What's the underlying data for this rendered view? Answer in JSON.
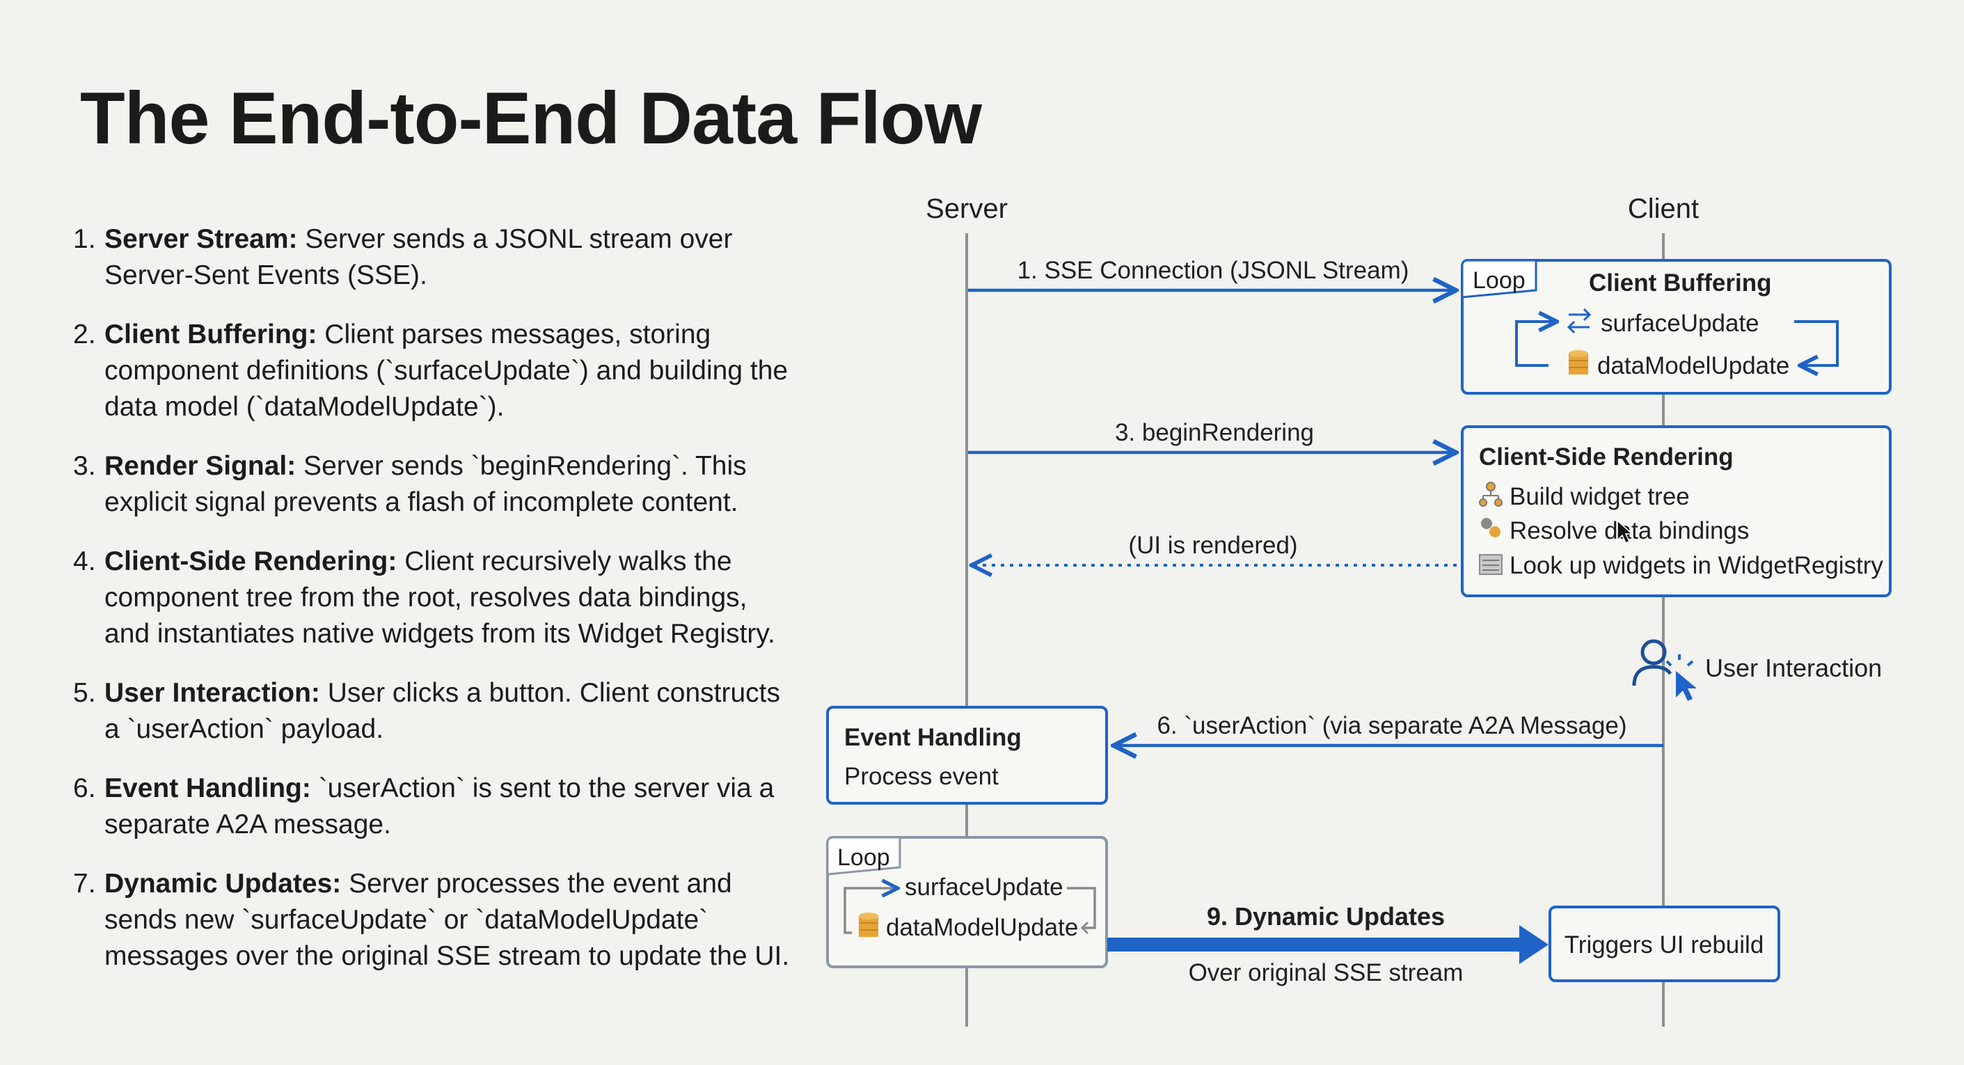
{
  "title": "The End-to-End Data Flow",
  "steps": [
    {
      "num": "1.",
      "head": "Server Stream:",
      "body": " Server sends a JSONL stream over Server-Sent Events (SSE)."
    },
    {
      "num": "2.",
      "head": "Client Buffering:",
      "body": " Client parses messages, storing component definitions (`surfaceUpdate`) and building the data model (`dataModelUpdate`)."
    },
    {
      "num": "3.",
      "head": "Render Signal:",
      "body": " Server sends `beginRendering`. This explicit signal prevents a flash of incomplete content."
    },
    {
      "num": "4.",
      "head": "Client-Side Rendering:",
      "body": " Client recursively walks the component tree from the root, resolves data bindings, and instantiates native widgets from its Widget Registry."
    },
    {
      "num": "5.",
      "head": "User Interaction:",
      "body": " User clicks a button. Client constructs a `userAction` payload."
    },
    {
      "num": "6.",
      "head": "Event Handling:",
      "body": " `userAction` is sent to the server via a separate A2A message."
    },
    {
      "num": "7.",
      "head": "Dynamic Updates:",
      "body": " Server processes the event and sends new `surfaceUpdate` or `dataModelUpdate` messages over the original SSE stream to update the UI."
    }
  ],
  "diagram": {
    "server_label": "Server",
    "client_label": "Client",
    "arrow1": "1. SSE Connection (JSONL Stream)",
    "arrow3": "3. beginRendering",
    "rendered": "(UI is rendered)",
    "arrow6": "6. `userAction` (via separate A2A Message)",
    "arrow9": "9. Dynamic Updates",
    "arrow9_sub": "Over original SSE stream",
    "client_loop": {
      "tag": "Loop",
      "title": "Client Buffering",
      "item1": "surfaceUpdate",
      "item2": "dataModelUpdate"
    },
    "rendering": {
      "title": "Client-Side Rendering",
      "item1": "Build widget tree",
      "item2": "Resolve data bindings",
      "item3": "Look up widgets in WidgetRegistry"
    },
    "user_interaction": "User Interaction",
    "event_box": {
      "title": "Event Handling",
      "body": "Process event"
    },
    "server_loop": {
      "tag": "Loop",
      "item1": "surfaceUpdate",
      "item2": "dataModelUpdate"
    },
    "rebuild": "Triggers UI rebuild"
  },
  "colors": {
    "accent": "#1f63c6",
    "dark_blue": "#1a4f97",
    "lifeline": "#8f8f8f",
    "icon_orange": "#e6a337"
  }
}
